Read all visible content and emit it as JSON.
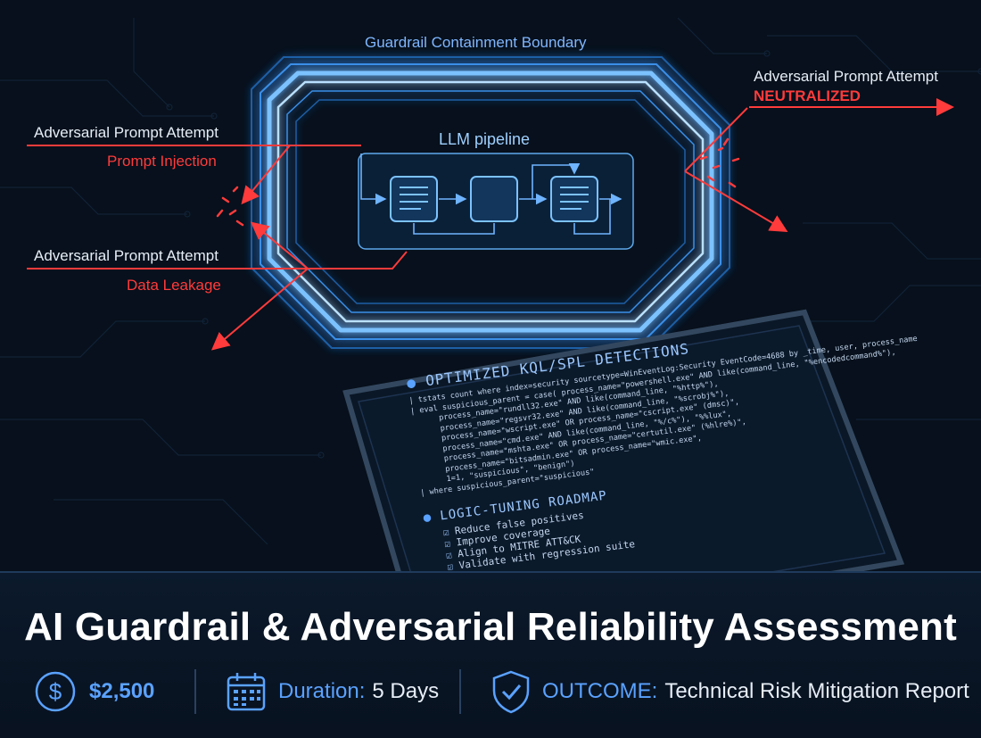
{
  "diagram": {
    "boundary_label": "Guardrail Containment Boundary",
    "pipeline_label": "LLM pipeline",
    "attempts": [
      {
        "title": "Adversarial Prompt Attempt",
        "type": "Prompt Injection"
      },
      {
        "title": "Adversarial Prompt Attempt",
        "type": "Data Leakage"
      },
      {
        "title": "Adversarial Prompt Attempt",
        "type": "NEUTRALIZED"
      }
    ]
  },
  "screen": {
    "detections_heading": "OPTIMIZED KQL/SPL DETECTIONS",
    "code_lines": [
      "| tstats count where index=security sourcetype=WinEventLog:Security EventCode=4688 by _time, user, process_name",
      "| eval suspicious_parent = case( process_name=\"powershell.exe\" AND like(command_line, \"%encodedcommand%\"),",
      "      process_name=\"rundll32.exe\" AND like(command_line, \"%http%\"),",
      "      process_name=\"regsvr32.exe\" AND like(command_line, \"%scrobj%\"),",
      "      process_name=\"wscript.exe\" OR process_name=\"cscript.exe\" (dmsc)\",",
      "      process_name=\"cmd.exe\" AND like(command_line, \"%/c%\"), \"%%lux\",",
      "      process_name=\"mshta.exe\" OR process_name=\"certutil.exe\" (%hlre%)\",",
      "      process_name=\"bitsadmin.exe\" OR process_name=\"wmic.exe\",",
      "      1=1, \"suspicious\", \"benign\")",
      "| where suspicious_parent=\"suspicious\""
    ],
    "roadmap_heading": "LOGIC-TUNING ROADMAP",
    "roadmap_items": [
      "Reduce false positives",
      "Improve coverage",
      "Align to MITRE ATT&CK",
      "Validate with regression suite"
    ]
  },
  "footer": {
    "title": "AI Guardrail & Adversarial Reliability Assessment",
    "price": "$2,500",
    "duration_label": "Duration:",
    "duration_value": "5 Days",
    "outcome_label": "OUTCOME:",
    "outcome_value": "Technical Risk Mitigation Report"
  },
  "icons": [
    "dollar-icon",
    "calendar-icon",
    "shield-check-icon"
  ],
  "colors": {
    "background": "#07101c",
    "accent_blue": "#5aa2ff",
    "threat_red": "#ff3b3b",
    "glow_blue": "#39a0ff"
  }
}
